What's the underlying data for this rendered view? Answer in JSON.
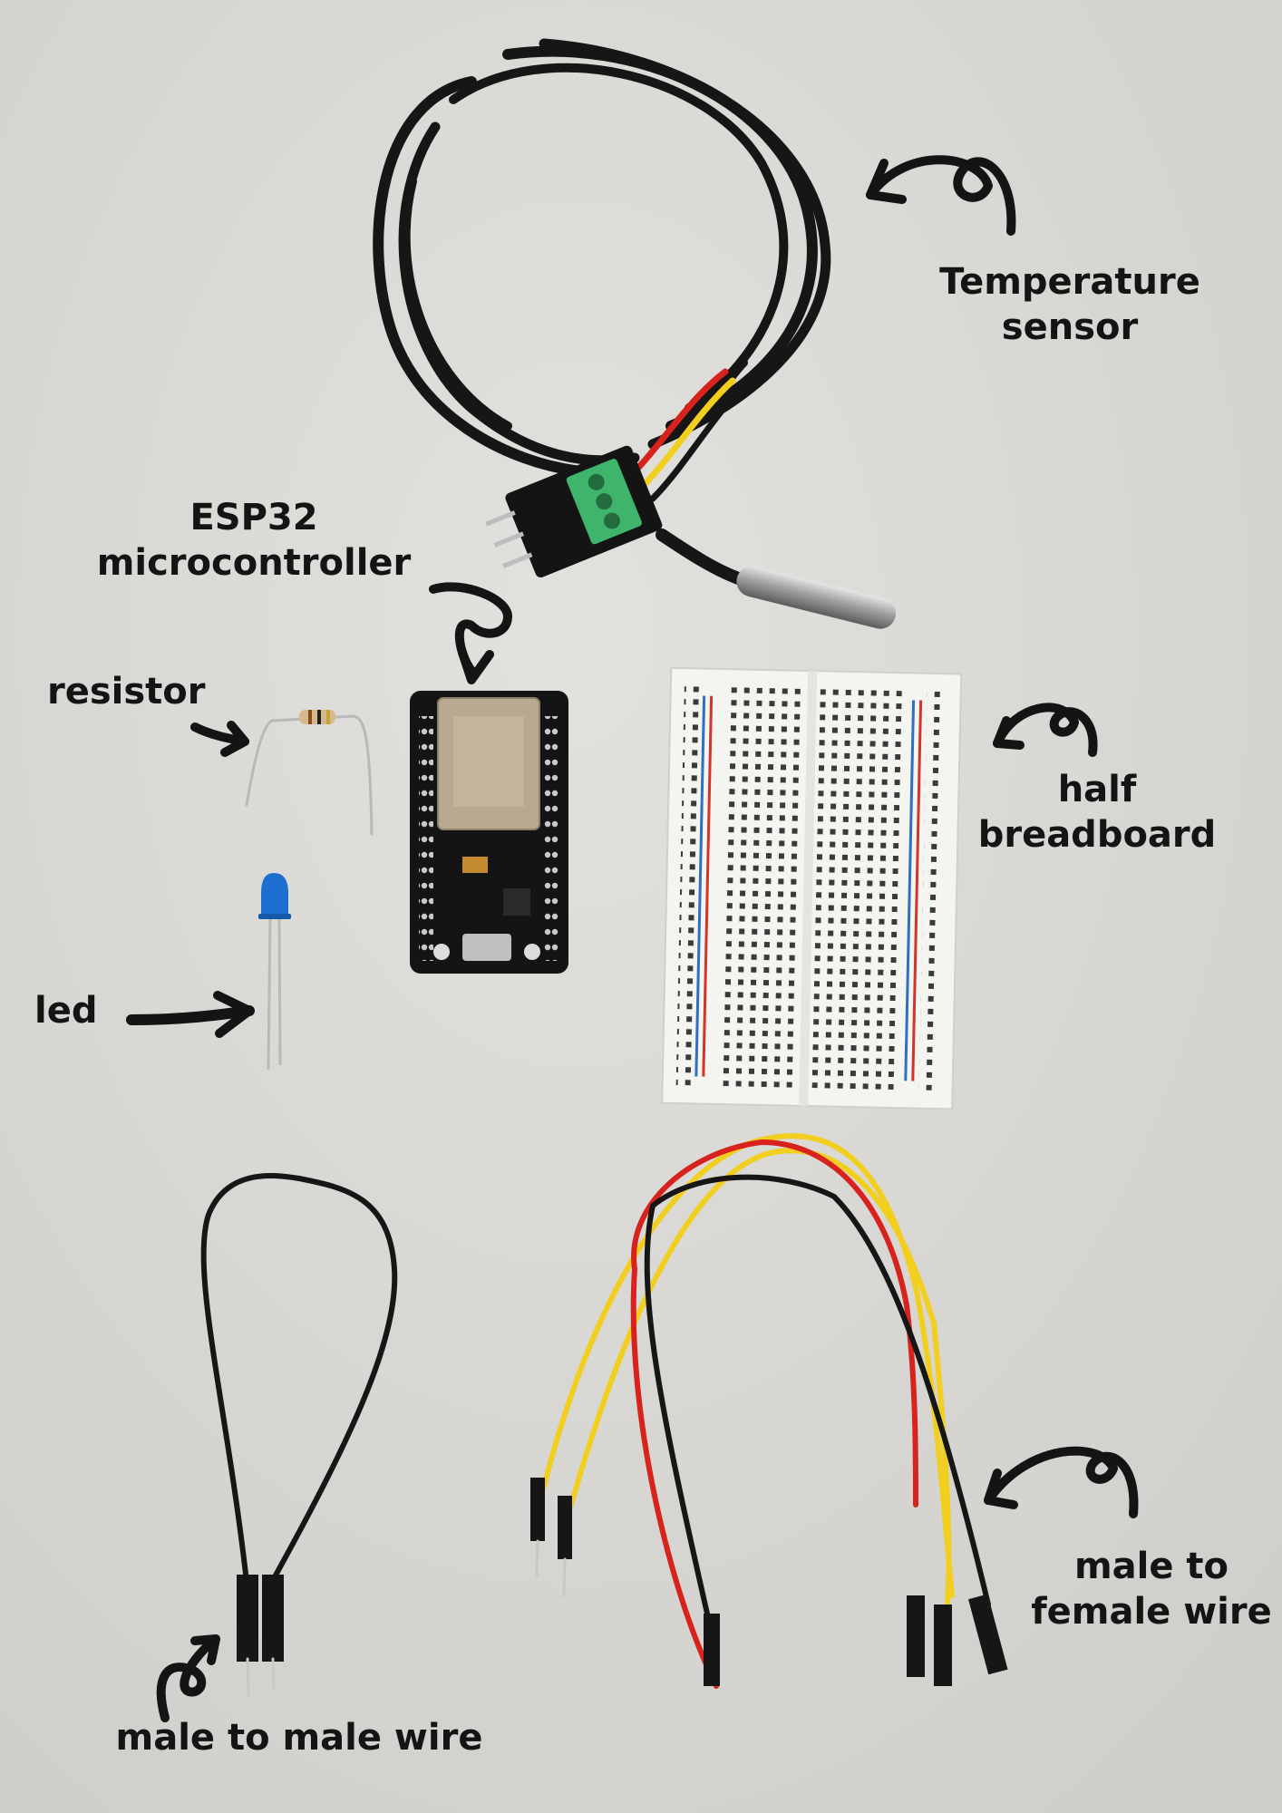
{
  "labels": {
    "temperature_sensor": [
      "Temperature",
      "sensor"
    ],
    "esp32": [
      "ESP32",
      "microcontroller"
    ],
    "resistor": "resistor",
    "half_breadboard": [
      "half",
      "breadboard"
    ],
    "led": "led",
    "male_to_male": "male to male wire",
    "male_to_female": [
      "male to",
      "female wire"
    ]
  },
  "colors": {
    "background": "#d9d8d4",
    "ink": "#141414",
    "wire_black": "#161616",
    "wire_red": "#d7221d",
    "wire_yellow": "#f2cf1f",
    "terminal_green": "#3fb56b",
    "led_blue": "#1d6fd1",
    "breadboard_white": "#f4f4f0",
    "rail_blue": "#2f6fc4",
    "rail_red": "#d2332b",
    "esp_pcb": "#141414",
    "esp_shield": "#b9a98f"
  }
}
